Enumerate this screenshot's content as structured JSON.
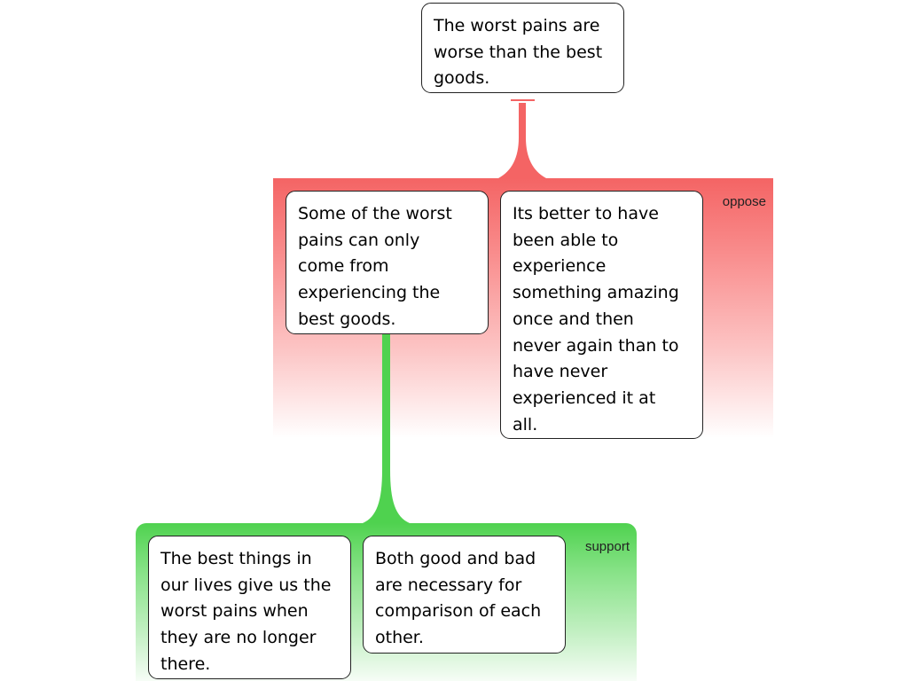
{
  "diagram": {
    "root": {
      "text": "The worst pains are\nworse than the best\ngoods."
    },
    "oppose_group": {
      "label": "oppose",
      "color": "#f46464",
      "nodes": [
        {
          "text": "Some of the worst\npains can only\ncome from\nexperiencing the\nbest goods."
        },
        {
          "text": "Its better to have\nbeen able to\nexperience\nsomething amazing\nonce and then\nnever again than to\nhave never\nexperienced it at\nall."
        }
      ]
    },
    "support_group": {
      "label": "support",
      "color": "#4fd24f",
      "nodes": [
        {
          "text": "The best things in\nour lives give us the\nworst pains when\nthey are no longer\nthere."
        },
        {
          "text": "Both good and bad\nare necessary for\ncomparison of each\nother."
        }
      ]
    }
  }
}
